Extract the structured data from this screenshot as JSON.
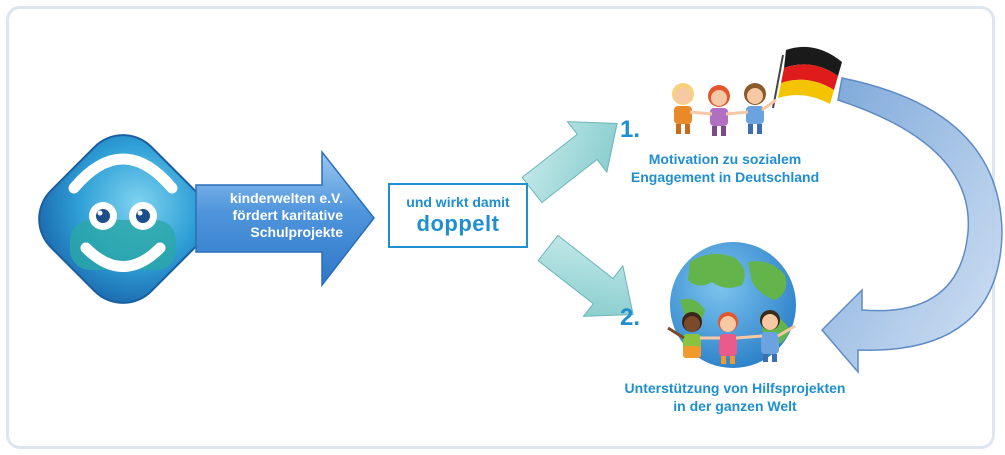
{
  "diagram": {
    "arrow_text": {
      "line1": "kinderwelten e.V.",
      "line2": "fördert karitative",
      "line3": "Schulprojekte"
    },
    "middle_box": {
      "line1": "und wirkt damit",
      "line2": "doppelt"
    },
    "outcome1": {
      "number": "1.",
      "caption_line1": "Motivation zu sozialem",
      "caption_line2": "Engagement in Deutschland"
    },
    "outcome2": {
      "number": "2.",
      "caption_line1": "Unterstützung von Hilfsprojekten",
      "caption_line2": "in der ganzen Welt"
    }
  },
  "colors": {
    "text_blue": "#1f8fcf",
    "big_arrow": "#5aa0df",
    "teal_arrow": "#9ed6d6",
    "curved_arrow": "#8fb2de",
    "frame_border": "#dde5f0"
  },
  "icons": [
    "kinderwelten-logo",
    "children-with-flag",
    "germany-flag",
    "globe-with-children"
  ]
}
